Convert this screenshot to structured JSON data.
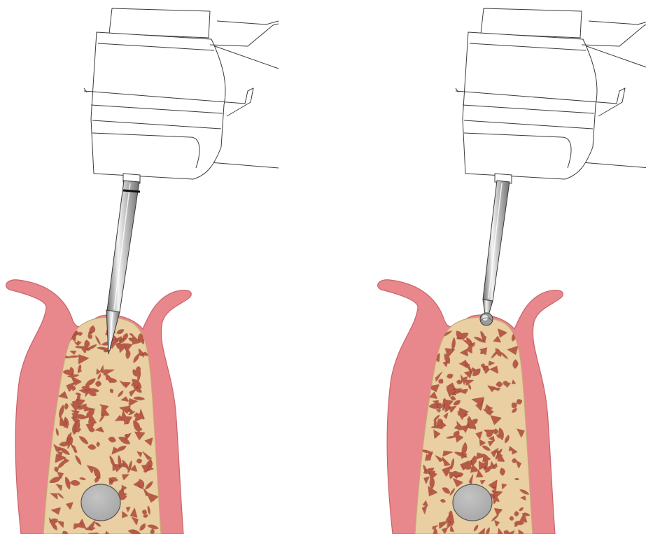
{
  "figure": {
    "panels": [
      {
        "id": "left",
        "instrument": "pointed-drill",
        "tip": "lance",
        "depth_mark": true
      },
      {
        "id": "right",
        "instrument": "round-bur",
        "tip": "ball",
        "depth_mark": false
      }
    ]
  },
  "colors": {
    "gum": "#e8878c",
    "gum_dark": "#c9646c",
    "bone": "#e9cfa1",
    "bone_edge": "#c8a877",
    "pore": "#b75a48",
    "pore_dark": "#7d2e24",
    "canal": "#a7a7a7",
    "canal_edge": "#555555",
    "instrument_outline": "#3a3a3a",
    "shank_light": "#f4f4f4",
    "shank_dark": "#6f6f6f"
  }
}
